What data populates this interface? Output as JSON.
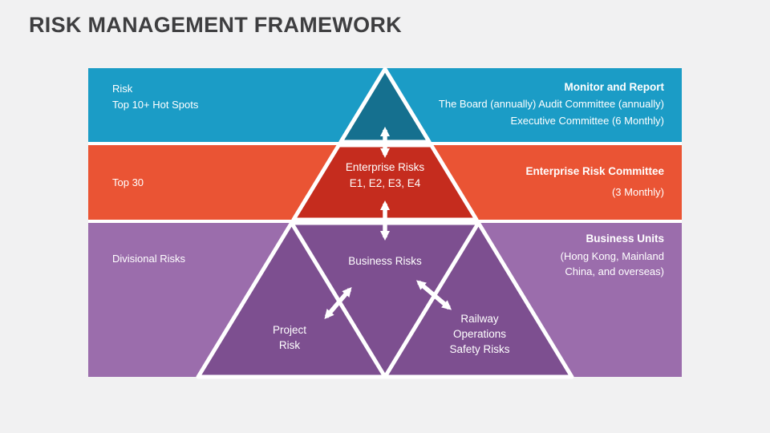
{
  "title": "RISK MANAGEMENT FRAMEWORK",
  "colors": {
    "band_teal": "#1b9cc6",
    "band_orange": "#ea5434",
    "band_purple": "#9b6dac",
    "tri_teal": "#15708f",
    "tri_red": "#c52c1e",
    "tri_purple": "#7d4f90"
  },
  "bands": [
    {
      "name": "risk-hotspots",
      "left": [
        "Risk",
        "Top 10+ Hot Spots"
      ],
      "right_title": "Monitor and Report",
      "right_lines": [
        "The Board (annually) Audit Committee (annually)",
        "Executive Committee (6 Monthly)"
      ]
    },
    {
      "name": "top-30",
      "left": [
        "Top 30"
      ],
      "right_title": "Enterprise Risk Committee",
      "right_lines": [
        "(3 Monthly)"
      ]
    },
    {
      "name": "divisional-risks",
      "left": [
        "Divisional Risks"
      ],
      "right_title": "Business Units",
      "right_lines": [
        "(Hong Kong, Mainland",
        "China, and overseas)"
      ]
    }
  ],
  "pyramid": {
    "enterprise_line1": "Enterprise Risks",
    "enterprise_line2": "E1, E2, E3, E4",
    "business": "Business Risks",
    "project_line1": "Project",
    "project_line2": "Risk",
    "railway_line1": "Railway",
    "railway_line2": "Operations",
    "railway_line3": "Safety Risks"
  }
}
